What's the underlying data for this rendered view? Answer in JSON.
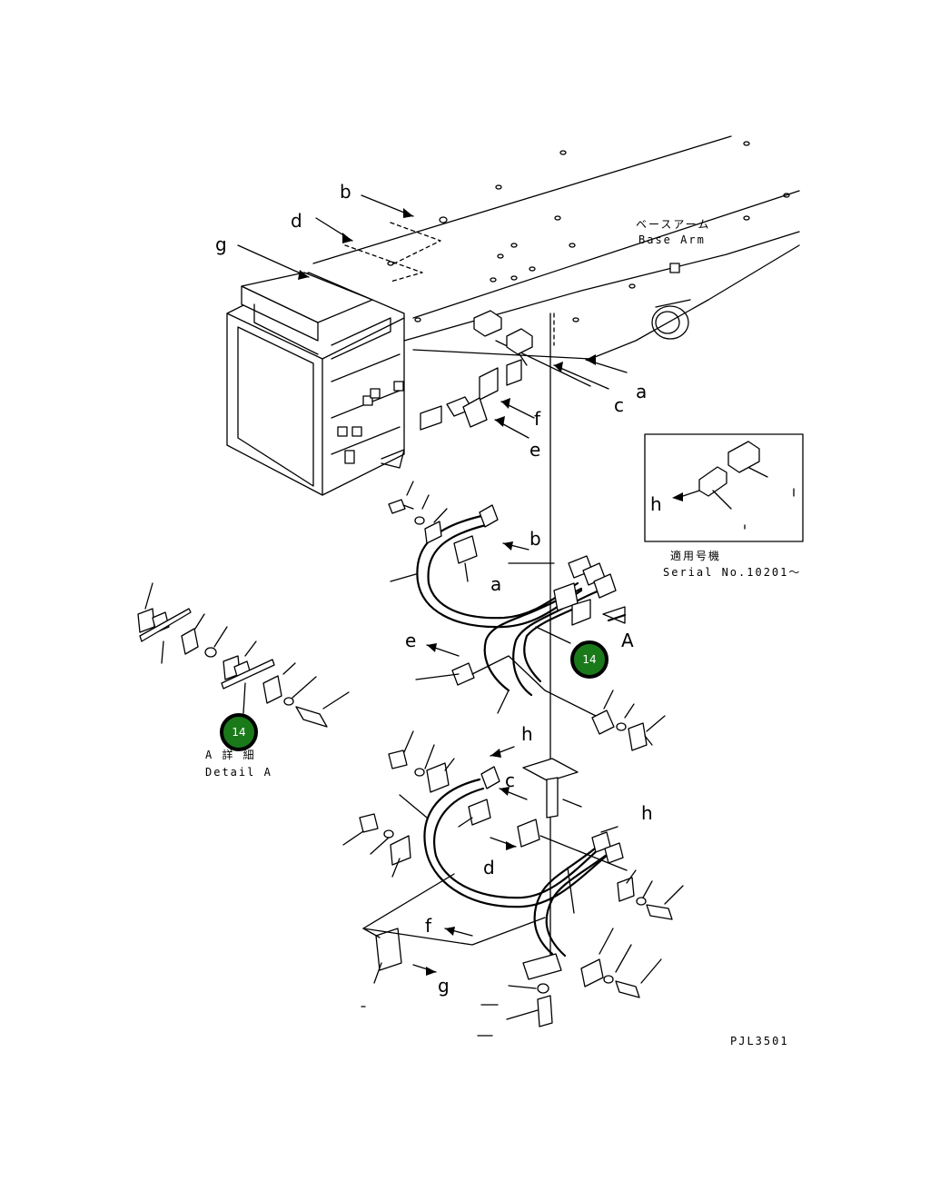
{
  "callout_number": "14",
  "labels": {
    "a": "a",
    "b": "b",
    "c": "c",
    "d": "d",
    "e": "e",
    "f": "f",
    "g": "g",
    "h": "h",
    "view_A": "A"
  },
  "base_arm_jp": "ベースアーム",
  "base_arm_en": "Base Arm",
  "serial_jp": "適用号機",
  "serial_en": "Serial No.10201～",
  "detail_jp": "A 詳 細",
  "detail_en": "Detail A",
  "drawing_code": "PJL3501",
  "colors": {
    "callout_fill": "#1a7a1a",
    "callout_border": "#000000",
    "line": "#000000"
  }
}
